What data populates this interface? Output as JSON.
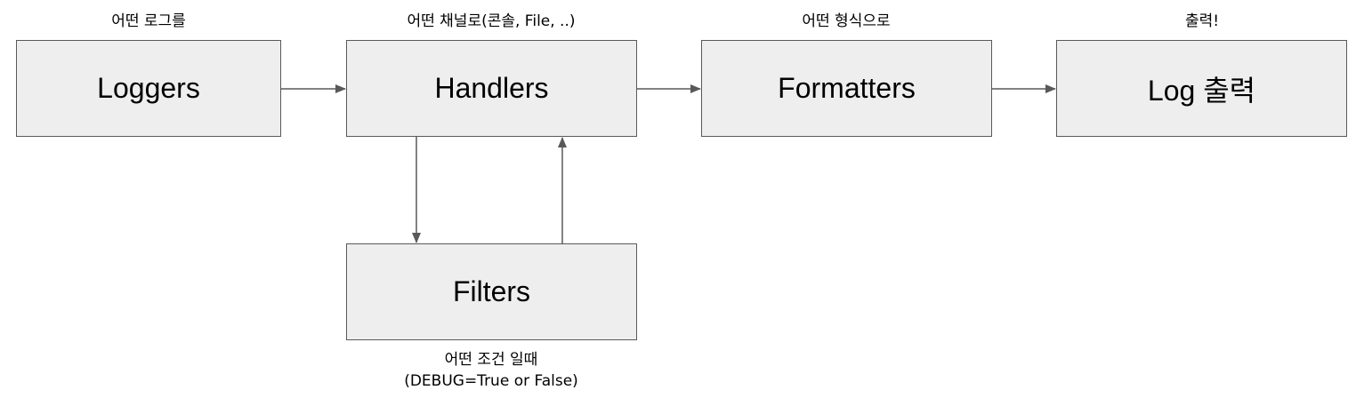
{
  "nodes": {
    "loggers": {
      "label": "Loggers",
      "caption": "어떤 로그를"
    },
    "handlers": {
      "label": "Handlers",
      "caption": "어떤 채널로(콘솔, File, ..)"
    },
    "formatters": {
      "label": "Formatters",
      "caption": "어떤 형식으로"
    },
    "output": {
      "label": "Log 출력",
      "caption": "출력!"
    },
    "filters": {
      "label": "Filters",
      "caption_line1": "어떤 조건 일때",
      "caption_line2": "(DEBUG=True or False)"
    }
  },
  "edges": [
    {
      "from": "Loggers",
      "to": "Handlers"
    },
    {
      "from": "Handlers",
      "to": "Formatters"
    },
    {
      "from": "Formatters",
      "to": "Log 출력"
    },
    {
      "from": "Handlers",
      "to": "Filters"
    },
    {
      "from": "Filters",
      "to": "Handlers"
    }
  ],
  "colors": {
    "box_fill": "#eeeeee",
    "box_border": "#595959",
    "arrow": "#595959"
  }
}
